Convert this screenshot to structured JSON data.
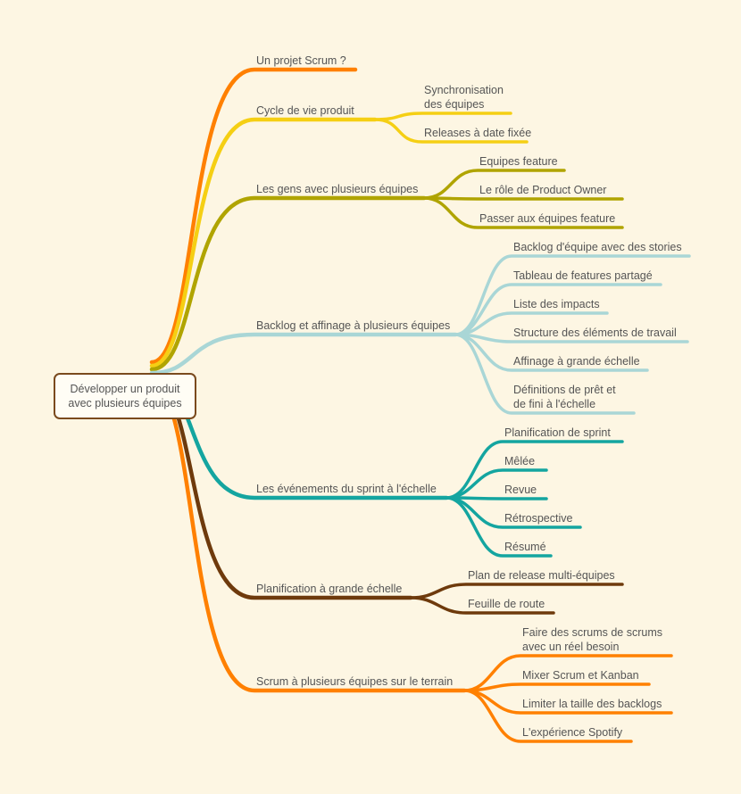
{
  "center": {
    "label": "Développer un produit\navec plusieurs équipes"
  },
  "branches": [
    {
      "label": "Un projet Scrum ?",
      "color": "#ff8000",
      "children": []
    },
    {
      "label": "Cycle de vie produit",
      "color": "#f5cf14",
      "children": [
        {
          "label": "Synchronisation\ndes équipes"
        },
        {
          "label": "Releases à date fixée"
        }
      ]
    },
    {
      "label": "Les gens avec plusieurs équipes",
      "color": "#b0a400",
      "children": [
        {
          "label": "Equipes feature"
        },
        {
          "label": "Le rôle de Product Owner"
        },
        {
          "label": "Passer aux équipes feature"
        }
      ]
    },
    {
      "label": "Backlog et affinage à plusieurs équipes",
      "color": "#a9d6d6",
      "children": [
        {
          "label": "Backlog d'équipe avec des stories"
        },
        {
          "label": "Tableau de features partagé"
        },
        {
          "label": "Liste des impacts"
        },
        {
          "label": "Structure des éléments de travail"
        },
        {
          "label": "Affinage à grande échelle"
        },
        {
          "label": "Définitions de prêt et\nde fini à l'échelle"
        }
      ]
    },
    {
      "label": "Les événements du sprint à l'échelle",
      "color": "#14a5a0",
      "children": [
        {
          "label": "Planification de sprint"
        },
        {
          "label": "Mêlée"
        },
        {
          "label": "Revue"
        },
        {
          "label": "Rétrospective"
        },
        {
          "label": "Résumé"
        }
      ]
    },
    {
      "label": "Planification à grande échelle",
      "color": "#6e3a0c",
      "children": [
        {
          "label": "Plan de release multi-équipes"
        },
        {
          "label": "Feuille de route"
        }
      ]
    },
    {
      "label": "Scrum à plusieurs équipes sur le terrain",
      "color": "#ff8000",
      "children": [
        {
          "label": "Faire des scrums de scrums\navec un réel besoin"
        },
        {
          "label": "Mixer Scrum et Kanban"
        },
        {
          "label": "Limiter la taille des backlogs"
        },
        {
          "label": "L'expérience Spotify"
        }
      ]
    }
  ]
}
